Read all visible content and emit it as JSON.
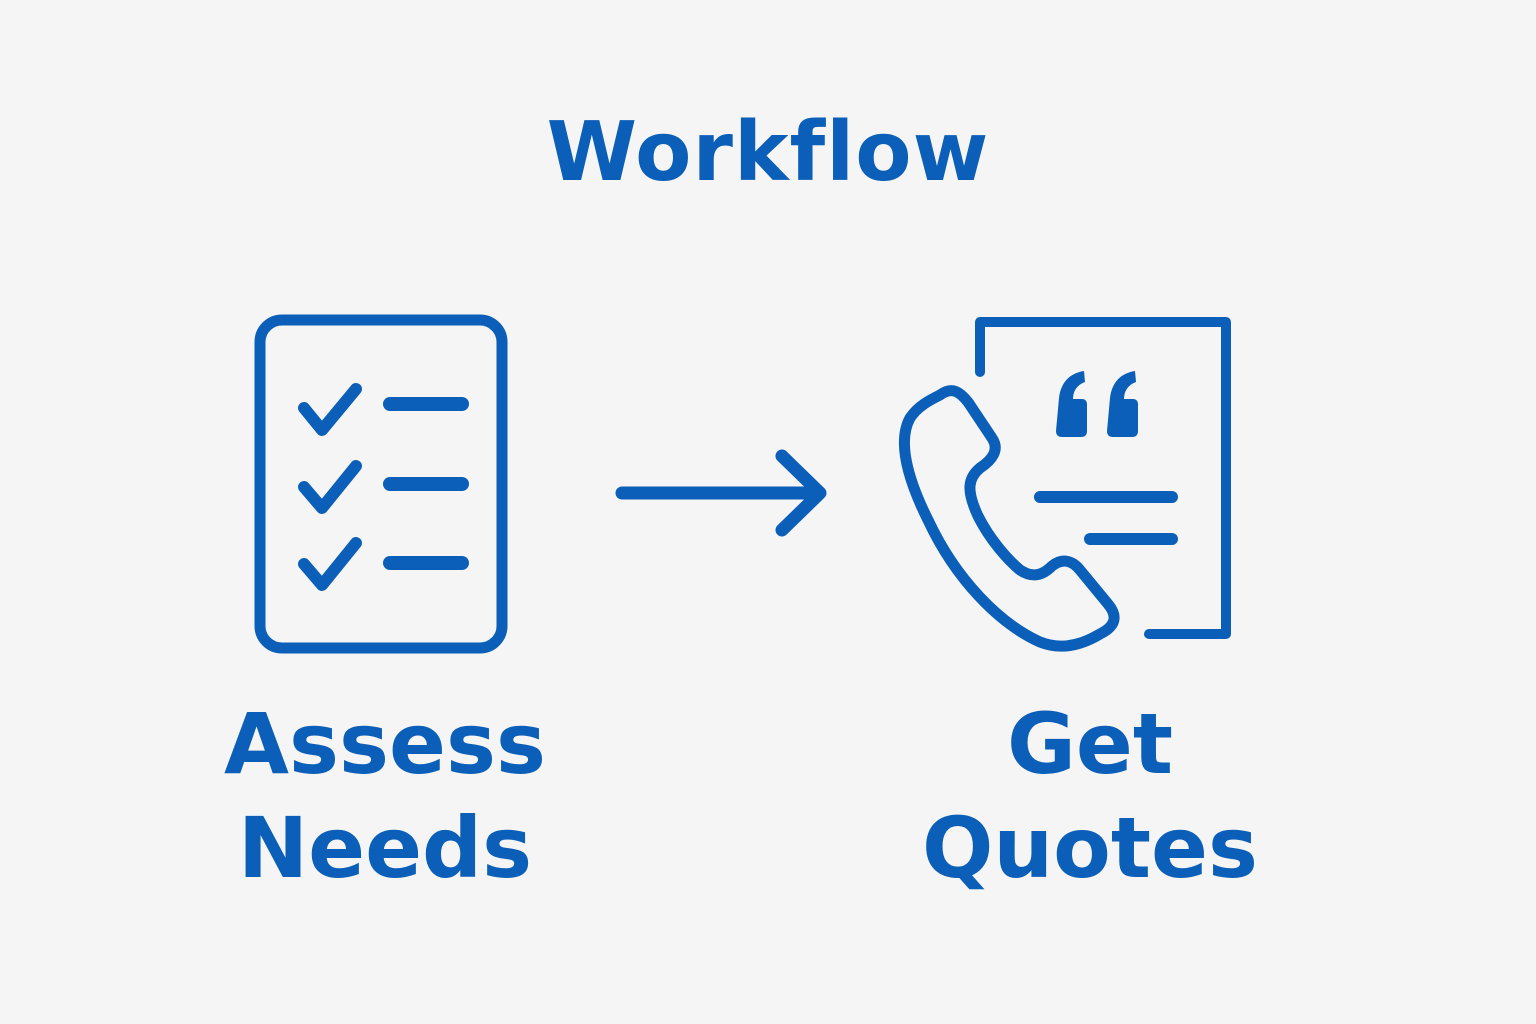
{
  "title": "Workflow",
  "colors": {
    "accent": "#0b5fb8",
    "background": "#f5f5f5"
  },
  "steps": [
    {
      "label": "Assess\nNeeds",
      "icon": "checklist-icon"
    },
    {
      "label": "Get\nQuotes",
      "icon": "phone-quote-document-icon"
    }
  ],
  "connector": "right-arrow-icon"
}
